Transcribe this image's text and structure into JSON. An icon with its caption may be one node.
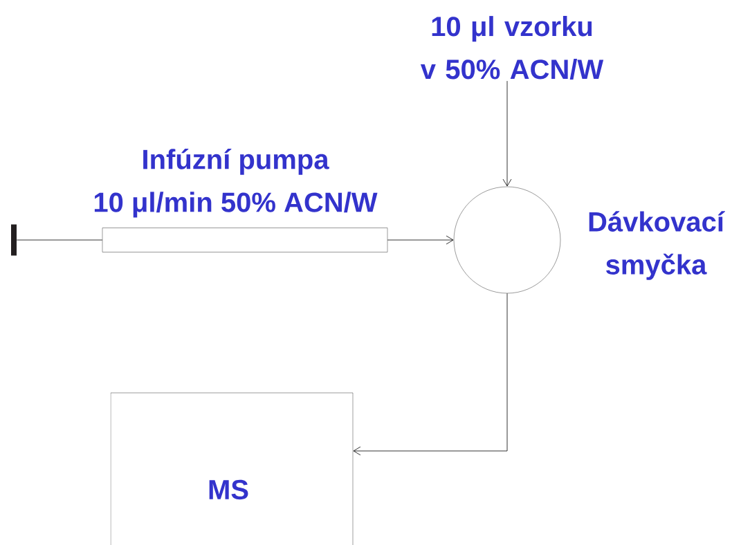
{
  "diagram": {
    "nodes": [
      {
        "text": [],
        "shape": "bar"
      },
      {
        "text": [
          "Infúzní pumpa",
          "10 μl/min 50% ACN/W"
        ]
      },
      {
        "text": [
          "10 μl vzorku v 50% ACN/W"
        ]
      },
      {
        "text": [
          "Dávkovací smyčka"
        ]
      },
      {
        "text": [
          "MS"
        ]
      }
    ],
    "edges": [
      {
        "from": 0,
        "to": 1,
        "arrow": "none"
      },
      {
        "from": 1,
        "to": 3,
        "arrow": "to"
      },
      {
        "from": 2,
        "to": 3,
        "arrow": "to"
      },
      {
        "from": 3,
        "to": 4,
        "arrow": "to"
      }
    ]
  }
}
